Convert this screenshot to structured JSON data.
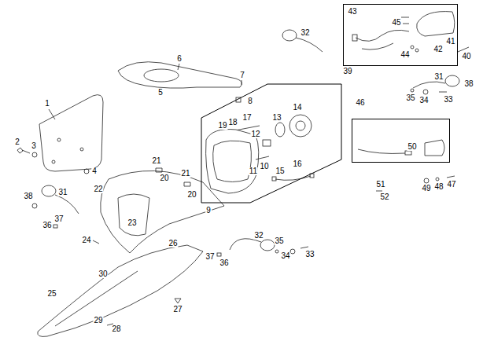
{
  "diagram": {
    "nodes": [
      {
        "text": [
          "39",
          "43",
          "45",
          "44",
          "42",
          "41"
        ]
      },
      {
        "text": [
          "9",
          "10",
          "11",
          "12",
          "13",
          "14",
          "15",
          "16",
          "17",
          "18",
          "19"
        ]
      },
      {
        "text": [
          "46",
          "50"
        ]
      }
    ],
    "labels": [
      "1",
      "2",
      "3",
      "4",
      "5",
      "6",
      "7",
      "8",
      "20",
      "21",
      "20",
      "21",
      "22",
      "23",
      "24",
      "25",
      "26",
      "27",
      "28",
      "29",
      "30",
      "31",
      "32",
      "31",
      "33",
      "34",
      "35",
      "36",
      "37",
      "38",
      "38",
      "40",
      "47",
      "48",
      "49",
      "51",
      "52",
      "32",
      "35",
      "34",
      "33",
      "36",
      "37"
    ]
  }
}
